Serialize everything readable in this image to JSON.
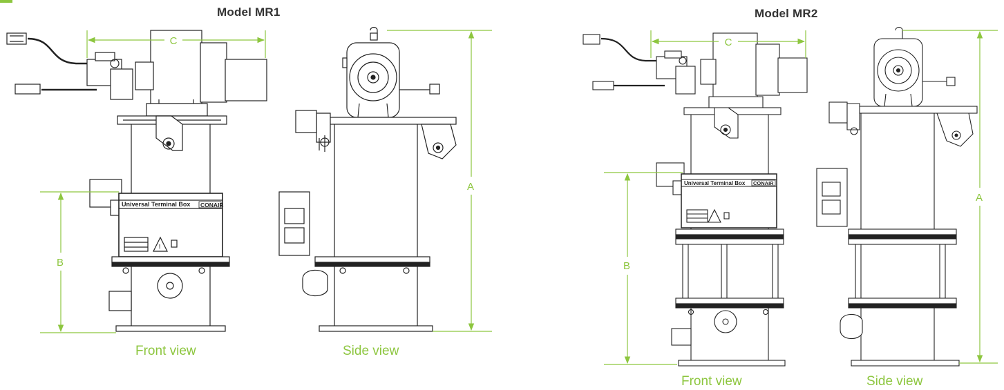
{
  "colors": {
    "dimension": "#8dc63f",
    "line": "#222222",
    "title": "#333333"
  },
  "models": [
    {
      "title": "Model MR1",
      "front_label": "Front view",
      "side_label": "Side view",
      "dims": {
        "a": "A",
        "b": "B",
        "c": "C"
      },
      "terminal_box": {
        "label": "Universal Terminal Box",
        "brand": "CONAIR"
      }
    },
    {
      "title": "Model MR2",
      "front_label": "Front view",
      "side_label": "Side view",
      "dims": {
        "a": "A",
        "b": "B",
        "c": "C"
      },
      "terminal_box": {
        "label": "Universal Terminal Box",
        "brand": "CONAIR"
      }
    }
  ]
}
